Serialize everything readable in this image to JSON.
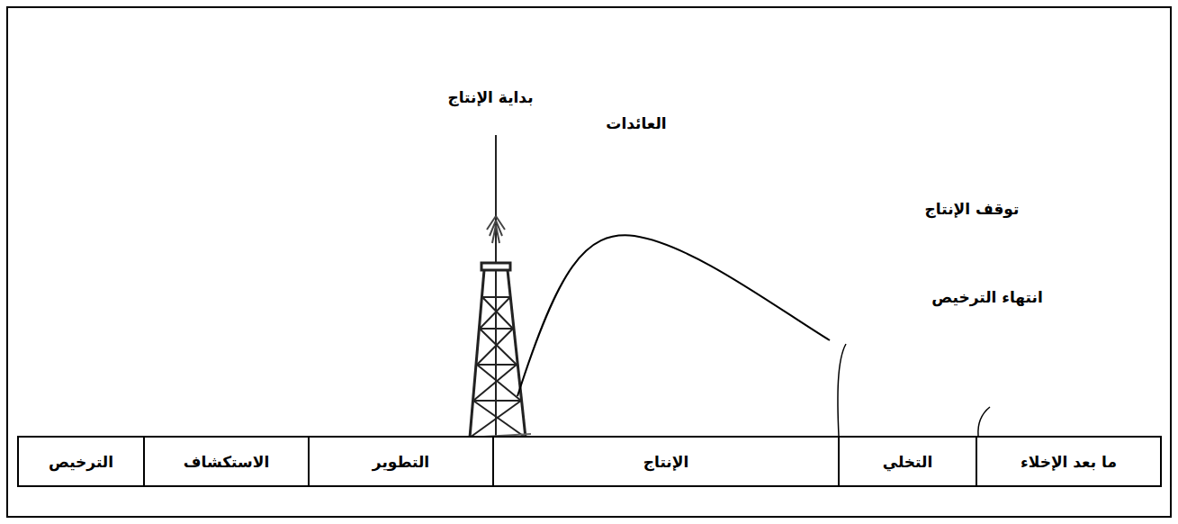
{
  "diagram": {
    "nodes": [
      {
        "text": [
          "الترخيص"
        ]
      },
      {
        "text": [
          "الاستكشاف"
        ]
      },
      {
        "text": [
          "التطوير"
        ]
      },
      {
        "text": [
          "الإنتاج"
        ]
      },
      {
        "text": [
          "التخلي"
        ]
      },
      {
        "text": [
          "ما بعد الإخلاء"
        ]
      }
    ],
    "labels": [
      "بداية الإنتاج",
      "العائدات",
      "توقف الإنتاج",
      "انتهاء الترخيص"
    ]
  }
}
